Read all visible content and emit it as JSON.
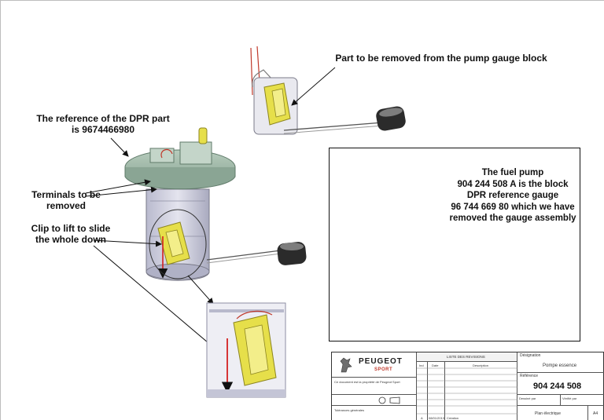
{
  "labels": {
    "part_to_remove": "Part to be removed from the pump gauge block",
    "dpr_reference": "The reference of the DPR part\nis 9674466980",
    "terminals": "Terminals to be\nremoved",
    "clip": "Clip to lift to slide\nthe whole down"
  },
  "info_box": {
    "text": "The fuel pump\n904 244 508 A is the block\nDPR reference gauge\n96 744 669 80 which we  have\nremoved the gauge assembly"
  },
  "title_block": {
    "brand": "PEUGEOT",
    "brand_sub": "SPORT",
    "liste_header": "LISTE DES REVISIONS",
    "col_ind": "Ind",
    "col_date": "Date",
    "col_desc": "Description",
    "designation_label": "Désignation",
    "designation_value": "Pompe essence",
    "reference_label": "Référence",
    "reference_value": "904 244 508",
    "row_ind": "A",
    "row_date": "08/01/2013",
    "row_desc": "Création",
    "plan_label": "Plan électrique",
    "format": "A4",
    "dessine_label": "Dessiné par",
    "dessine_value": "",
    "verifie_label": "Vérifié par",
    "small_note": "Ce document est la propriété de Peugeot Sport",
    "tol_note": "Tolérances générales"
  },
  "colors": {
    "pump_body": "#c9cad8",
    "flange": "#9fb8a9",
    "yellow": "#e6df4a",
    "float": "#2b2b2b",
    "red_arrow": "#d42020",
    "line": "#111111"
  }
}
